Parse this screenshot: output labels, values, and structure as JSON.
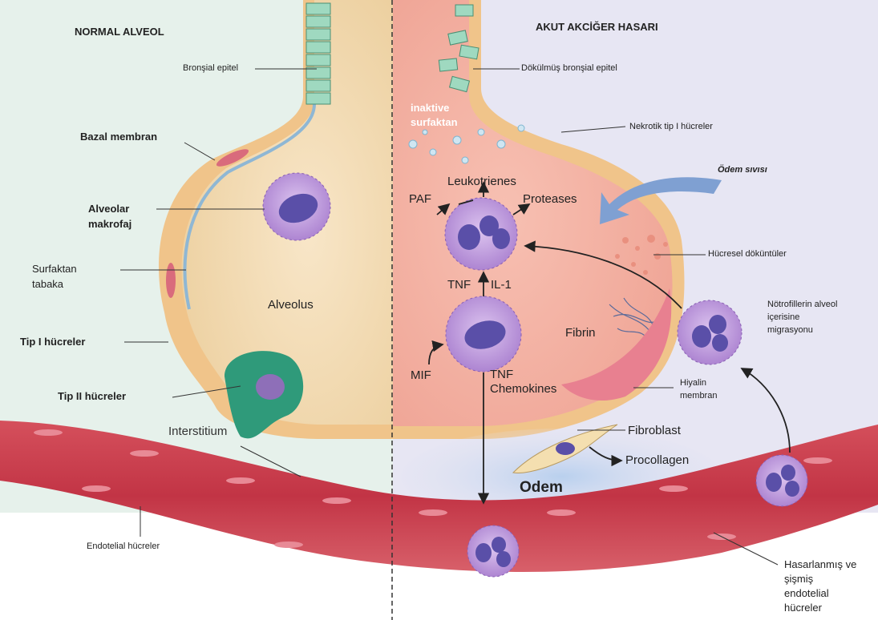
{
  "diagram": {
    "left_title": "NORMAL ALVEOL",
    "right_title": "AKUT AKCİĞER HASARI",
    "left_labels": {
      "bronsial_epitel": "Bronşial epitel",
      "bazal_membran": "Bazal membran",
      "alveolar_makrofaj_1": "Alveolar",
      "alveolar_makrofaj_2": "makrofaj",
      "surfaktan_1": "Surfaktan",
      "surfaktan_2": "tabaka",
      "alveolus": "Alveolus",
      "tip1": "Tip I hücreler",
      "tip2": "Tip II hücreler",
      "interstitium": "Interstitium",
      "endotelial": "Endotelial hücreler"
    },
    "right_labels": {
      "dokulmus": "Dökülmüş bronşial epitel",
      "inaktive_1": "inaktive",
      "inaktive_2": "surfaktan",
      "nekrotik": "Nekrotik tip I hücreler",
      "odem_sivisi": "Ödem sıvısı",
      "leukotrienes": "Leukotrienes",
      "paf": "PAF",
      "proteases": "Proteases",
      "hucresel": "Hücresel döküntüler",
      "tnf1": "TNF",
      "il1": "IL-1",
      "notrofil_1": "Nötrofillerin alveol",
      "notrofil_2": "içerisine",
      "notrofil_3": "migrasyonu",
      "fibrin": "Fibrin",
      "mif": "MIF",
      "tnf2": "TNF",
      "chemokines": "Chemokines",
      "hiyalin_1": "Hiyalin",
      "hiyalin_2": "membran",
      "fibroblast": "Fibroblast",
      "procollagen": "Procollagen",
      "odem": "Odem",
      "hasar_1": "Hasarlanmış ve",
      "hasar_2": "şişmiş",
      "hasar_3": "endotelial",
      "hasar_4": "hücreler"
    }
  },
  "colors": {
    "left_bg": "#e6f1eb",
    "right_bg": "#e7e6f3",
    "alveolus_normal": "#f3ddb9",
    "alveolus_injury": "#f4b2a5",
    "wall": "#f2c98f",
    "vessel": "#c83a4a",
    "cell_purple": "#b58ed6",
    "nucleus": "#5a4fa8",
    "type2": "#2f9a7a"
  }
}
